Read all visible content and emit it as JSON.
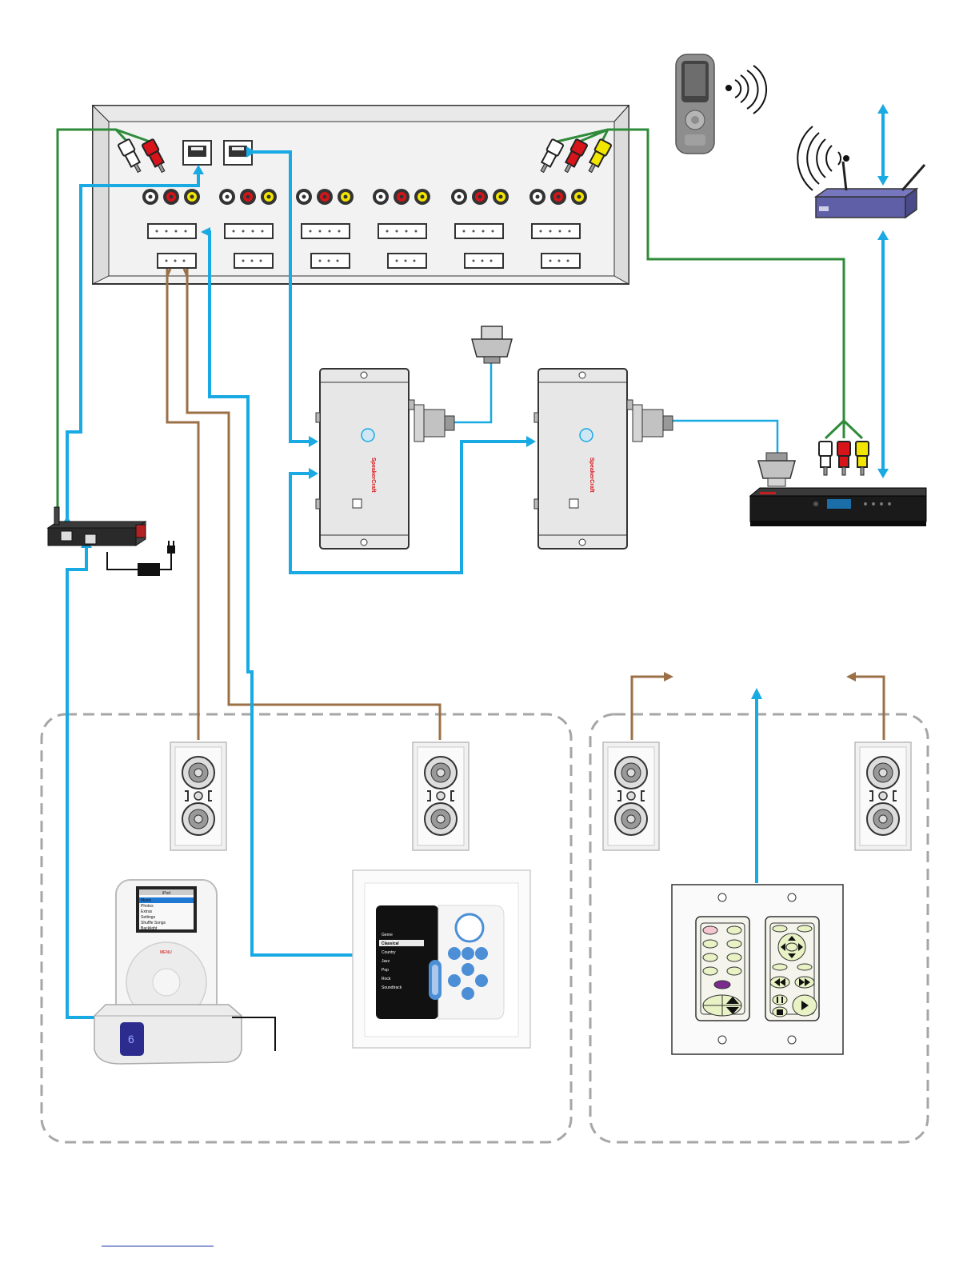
{
  "colors": {
    "network": "#19a9e3",
    "audio": "#2e8b3a",
    "speaker_wire": "#9b7047",
    "zone_border": "#a6a6a6",
    "device_gray": "#e4e4e4",
    "outline": "#333333"
  },
  "icons": {
    "remote": "handheld-remote-icon",
    "router": "wireless-router-icon",
    "ipod": "ipod-dock-icon",
    "keypad": "lcd-keypad-icon",
    "button_keypad": "button-keypad-icon",
    "speaker": "in-wall-speaker-icon",
    "serial": "db9-connector-icon",
    "plug": "power-plug-icon",
    "wifi": "wifi-waves-icon"
  },
  "small_labels": {
    "brand": "SpeakerCraft",
    "ipod_title": "iPod",
    "ipod_menu": [
      "Music",
      "Photos",
      "Extras",
      "Settings",
      "Shuffle Songs",
      "Backlight"
    ],
    "keypad_menu": [
      "Genre",
      "Classical",
      "Country",
      "Jazz",
      "Pop",
      "Rock",
      "Soundtrack"
    ],
    "ipod_wheel": "MENU",
    "dock_display": "6"
  }
}
